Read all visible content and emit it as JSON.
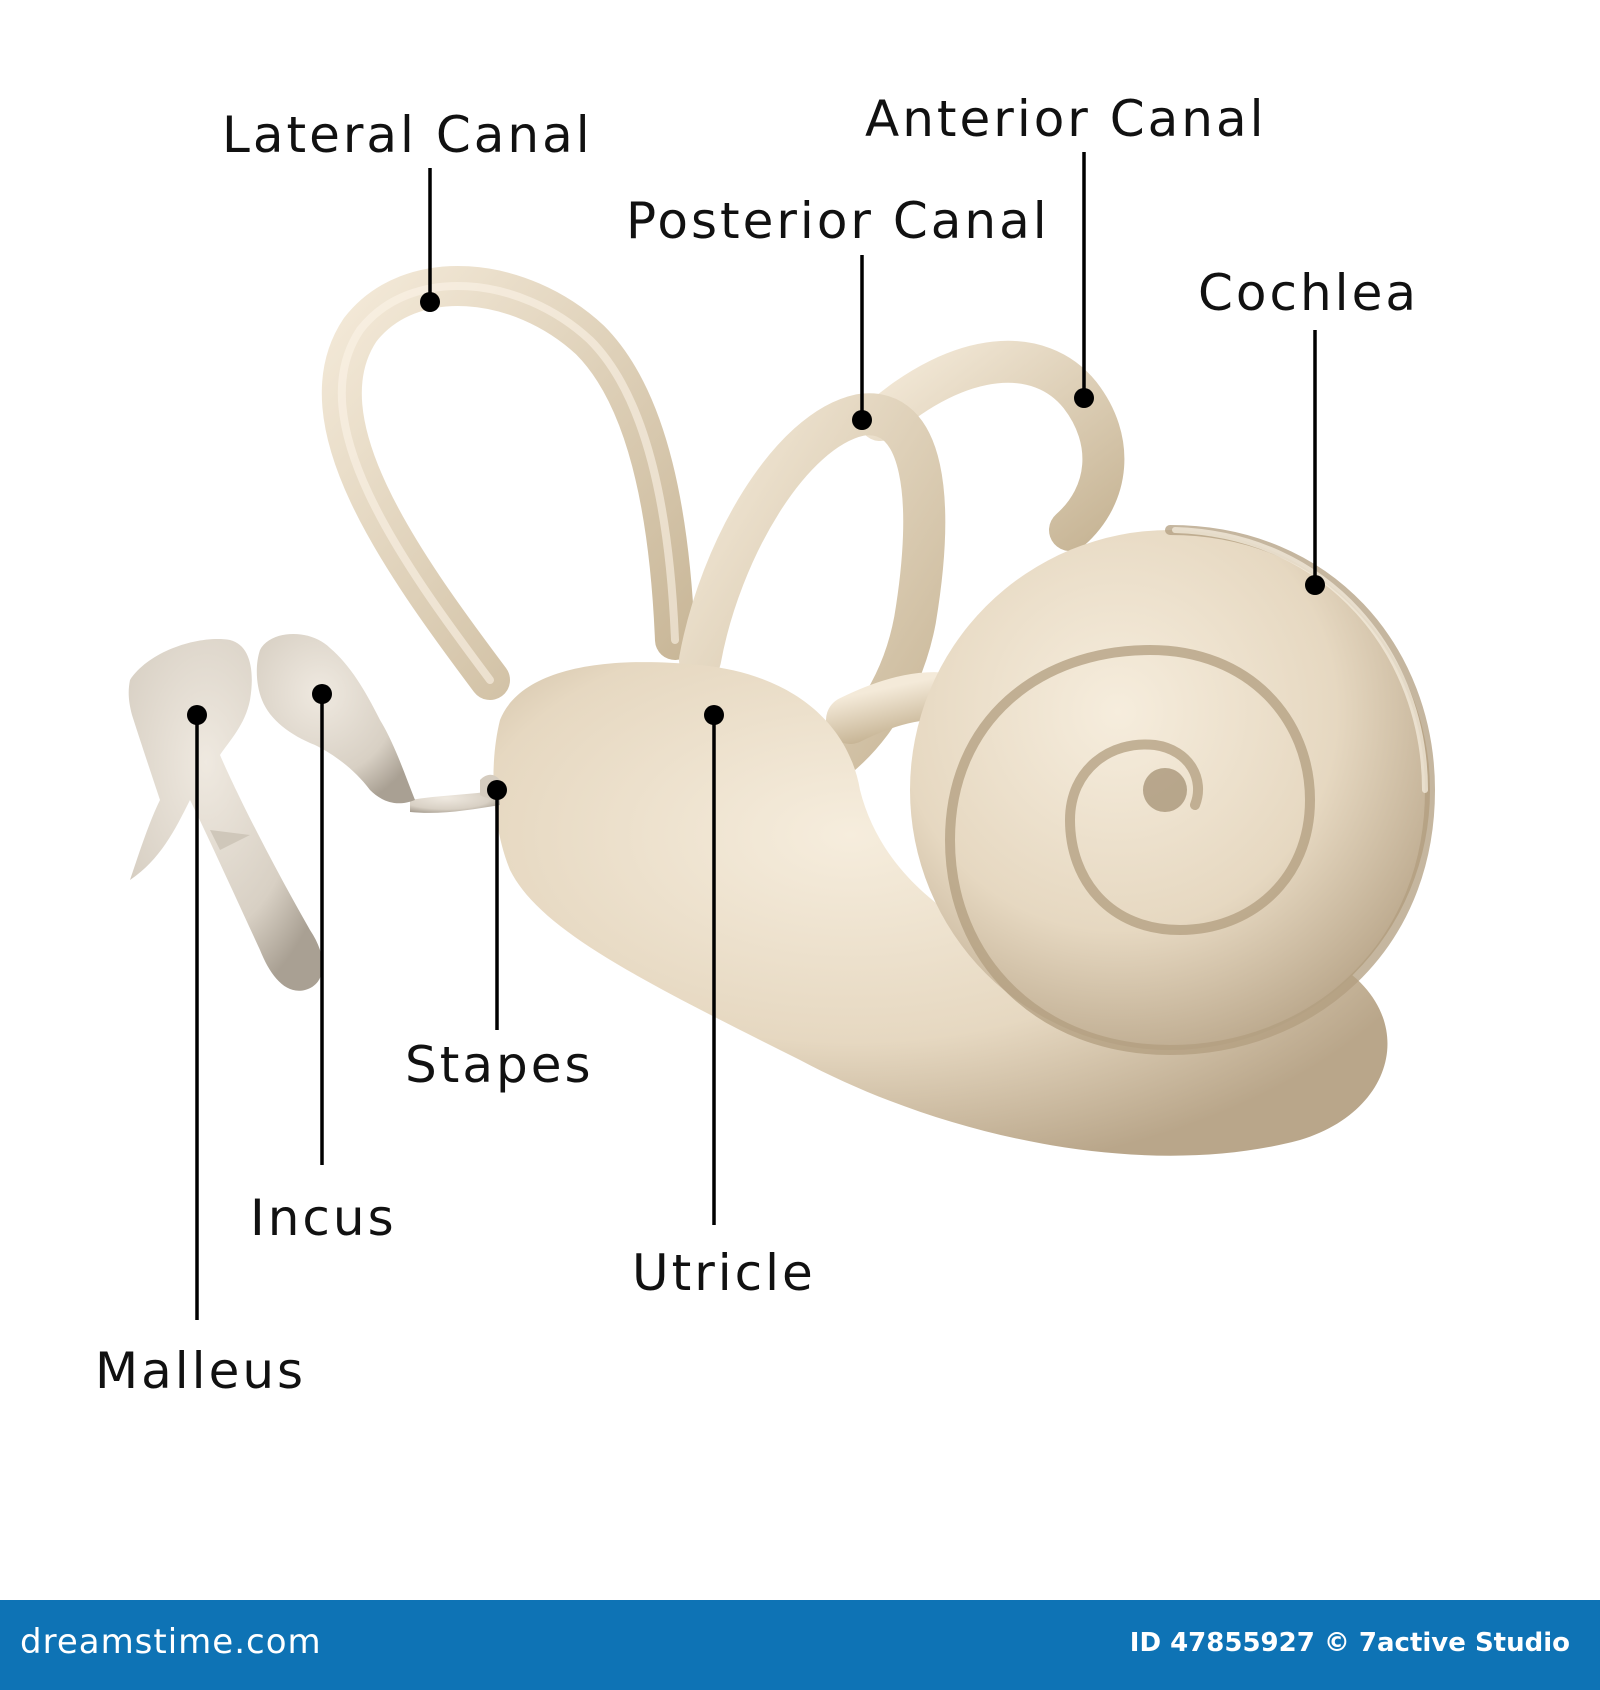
{
  "diagram": {
    "labels": {
      "lateral_canal": "Lateral Canal",
      "anterior_canal": "Anterior Canal",
      "posterior_canal": "Posterior Canal",
      "cochlea": "Cochlea",
      "stapes": "Stapes",
      "incus": "Incus",
      "utricle": "Utricle",
      "malleus": "Malleus"
    },
    "colors": {
      "structure_fill": "#e6d8c1",
      "structure_shade": "#b9a68a",
      "ossicle_fill": "#d8d0c4",
      "label_text": "#111111",
      "leader_line": "#000000"
    }
  },
  "footer": {
    "brand": "dreamstime.com",
    "credit": "ID 47855927 © 7active Studio",
    "background": "#0e73b5"
  }
}
